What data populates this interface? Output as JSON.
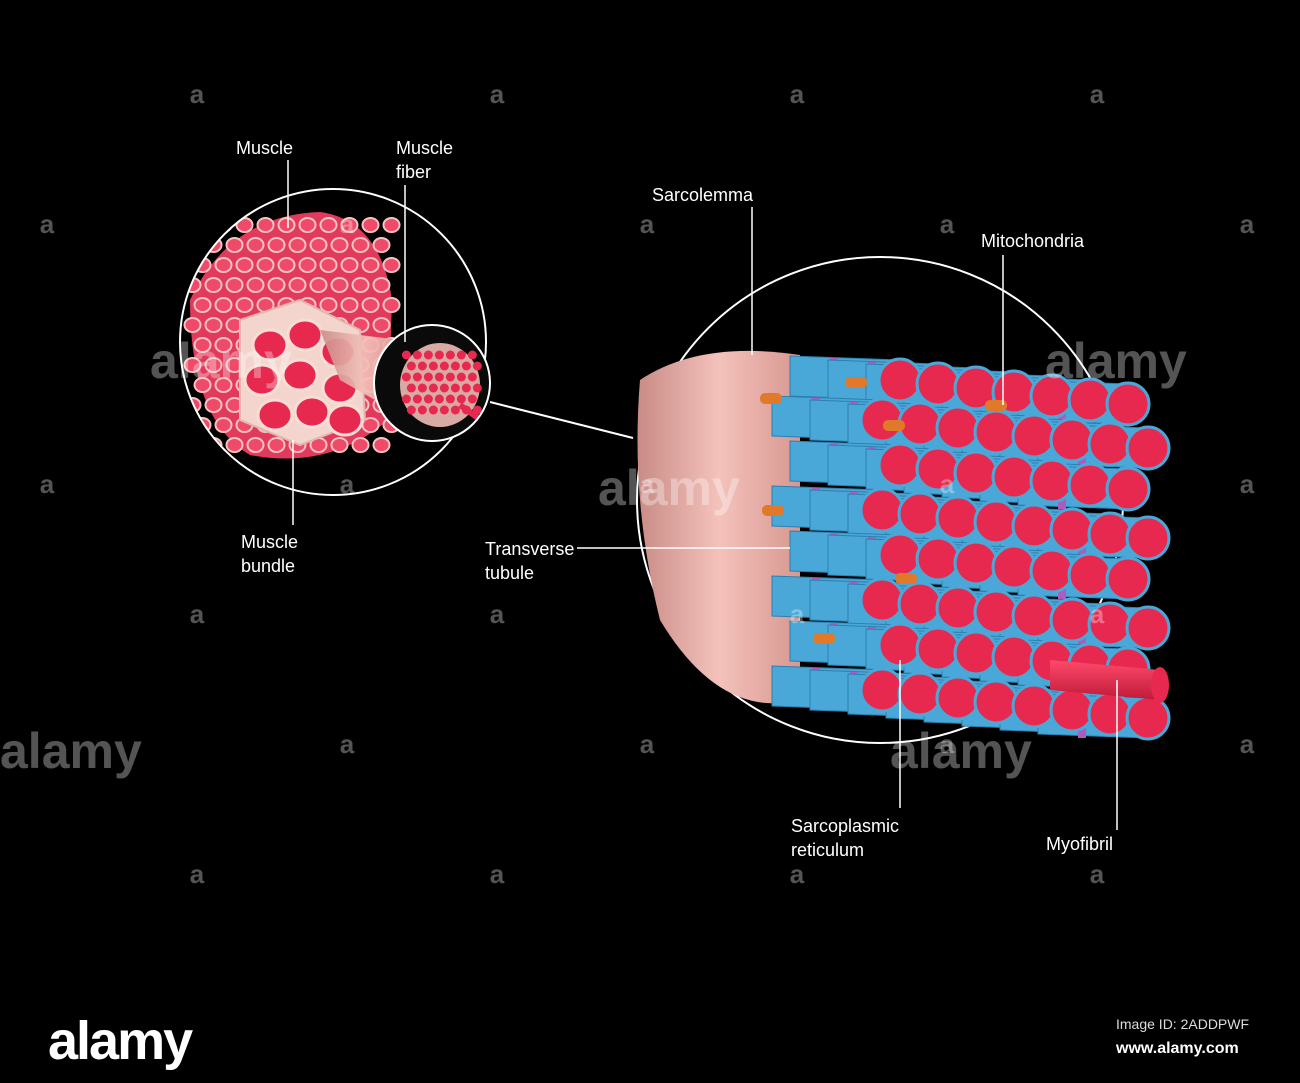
{
  "labels": {
    "muscle": "Muscle",
    "muscle_fiber_1": "Muscle",
    "muscle_fiber_2": "fiber",
    "muscle_bundle_1": "Muscle",
    "muscle_bundle_2": "bundle",
    "sarcolemma": "Sarcolemma",
    "mitochondria": "Mitochondria",
    "transverse_tubule_1": "Transverse",
    "transverse_tubule_2": "tubule",
    "sarcoplasmic_reticulum_1": "Sarcoplasmic",
    "sarcoplasmic_reticulum_2": "reticulum",
    "myofibril": "Myofibril"
  },
  "watermark": {
    "letter": "a",
    "word": "alamy"
  },
  "footer": {
    "logo": "alamy",
    "image_id": "Image ID: 2ADDPWF",
    "site": "www.alamy.com"
  },
  "colors": {
    "background": "#000000",
    "muscle_red": "#e8294f",
    "tissue_pink": "#f2b6b0",
    "sr_blue": "#4aa8d8",
    "ttubule_purple": "#b05ac0",
    "mito_orange": "#e07a2a"
  }
}
